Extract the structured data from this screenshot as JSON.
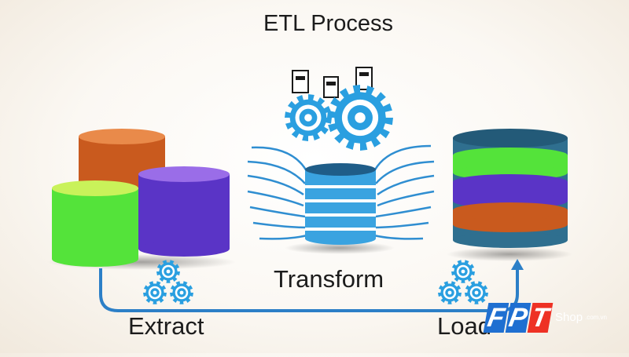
{
  "title": "ETL Process",
  "labels": {
    "extract": "Extract",
    "transform": "Transform",
    "load": "Load"
  },
  "logo": {
    "letters": [
      "F",
      "P",
      "T"
    ],
    "shop": "Shop",
    "domain": ".com.vn"
  },
  "colors": {
    "orange": "#c95a1e",
    "green": "#54e33a",
    "purple": "#5a34c6",
    "teal": "#2f6f8f",
    "light_blue": "#3aa3e0",
    "gear_blue": "#2a9fe0",
    "arrow_blue": "#2c7fc7",
    "fpt_blue": "#1f6fd1",
    "fpt_red": "#ee3124"
  },
  "icons": [
    "gear-icon",
    "server-icon",
    "database-icon",
    "arrow-icon"
  ]
}
